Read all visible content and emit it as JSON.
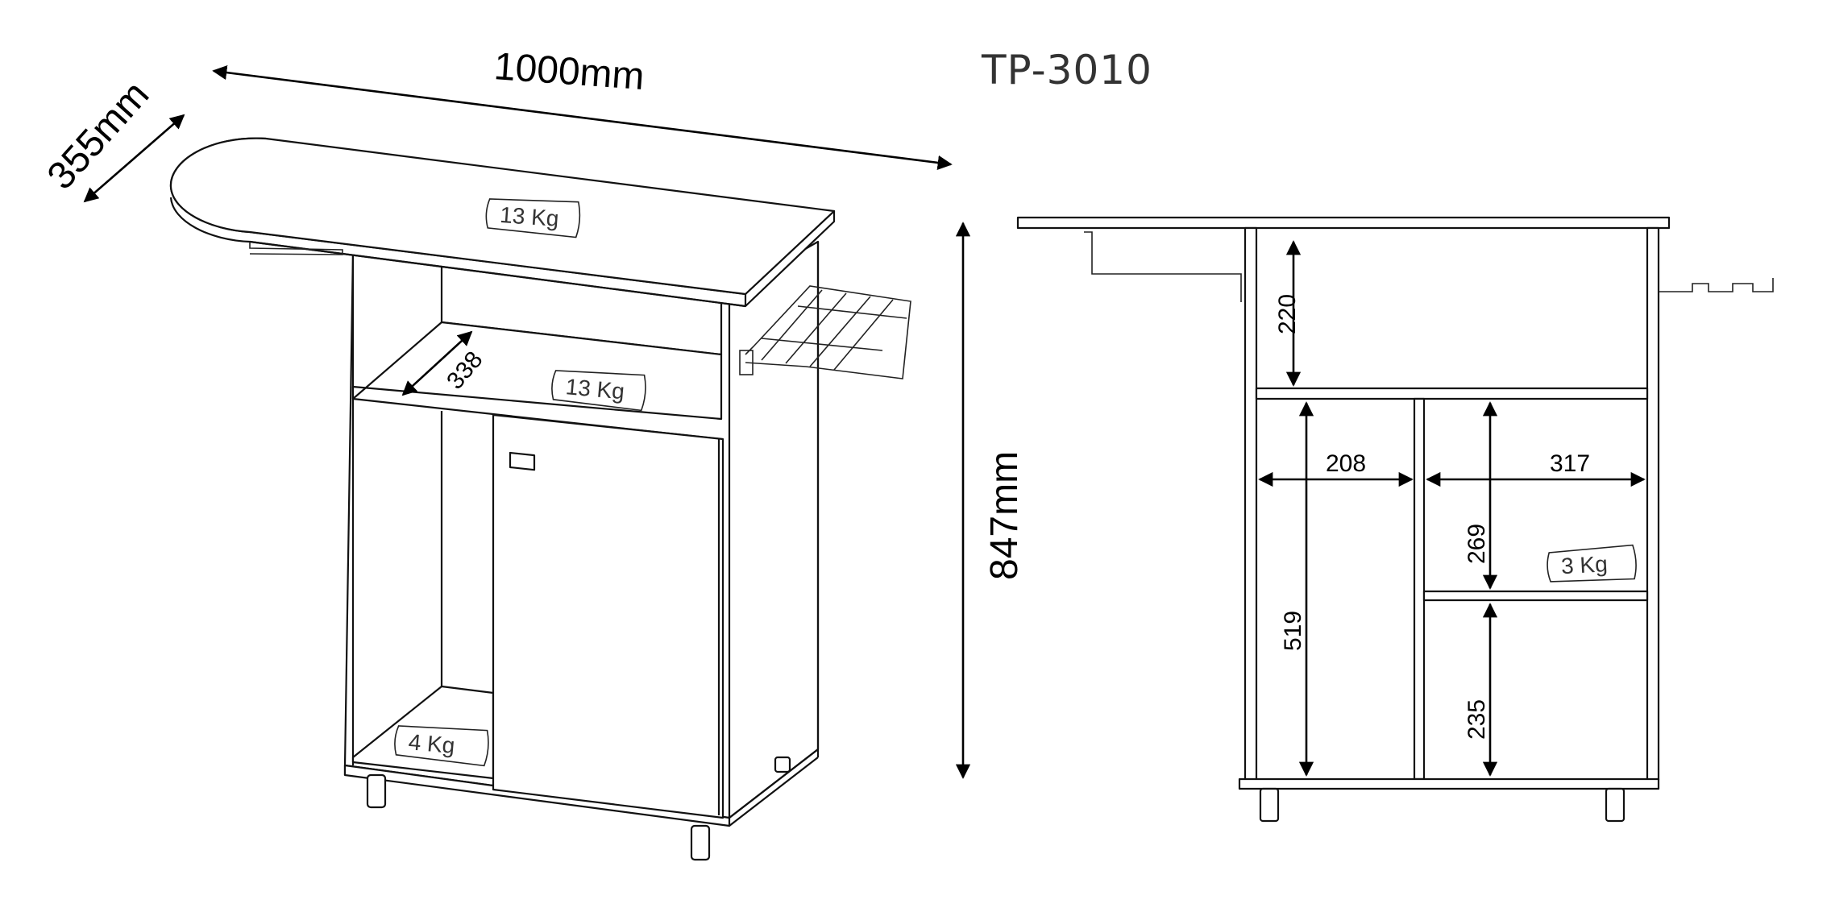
{
  "title": "TP-3010",
  "perspective_view": {
    "width_label": "1000mm",
    "depth_label": "355mm",
    "height_label": "847mm",
    "shelf_depth_label": "338",
    "load_labels": {
      "top": "13 Kg",
      "middle_shelf": "13 Kg",
      "bottom": "4 Kg"
    }
  },
  "front_view": {
    "top_compartment_height": "220",
    "left_compartment_width": "208",
    "right_compartment_width": "317",
    "left_compartment_height": "519",
    "right_upper_height": "269",
    "right_lower_height": "235",
    "right_shelf_load": "3 Kg"
  },
  "colors": {
    "line": "#111111",
    "text": "#000000",
    "title": "#333333",
    "background": "#ffffff"
  }
}
